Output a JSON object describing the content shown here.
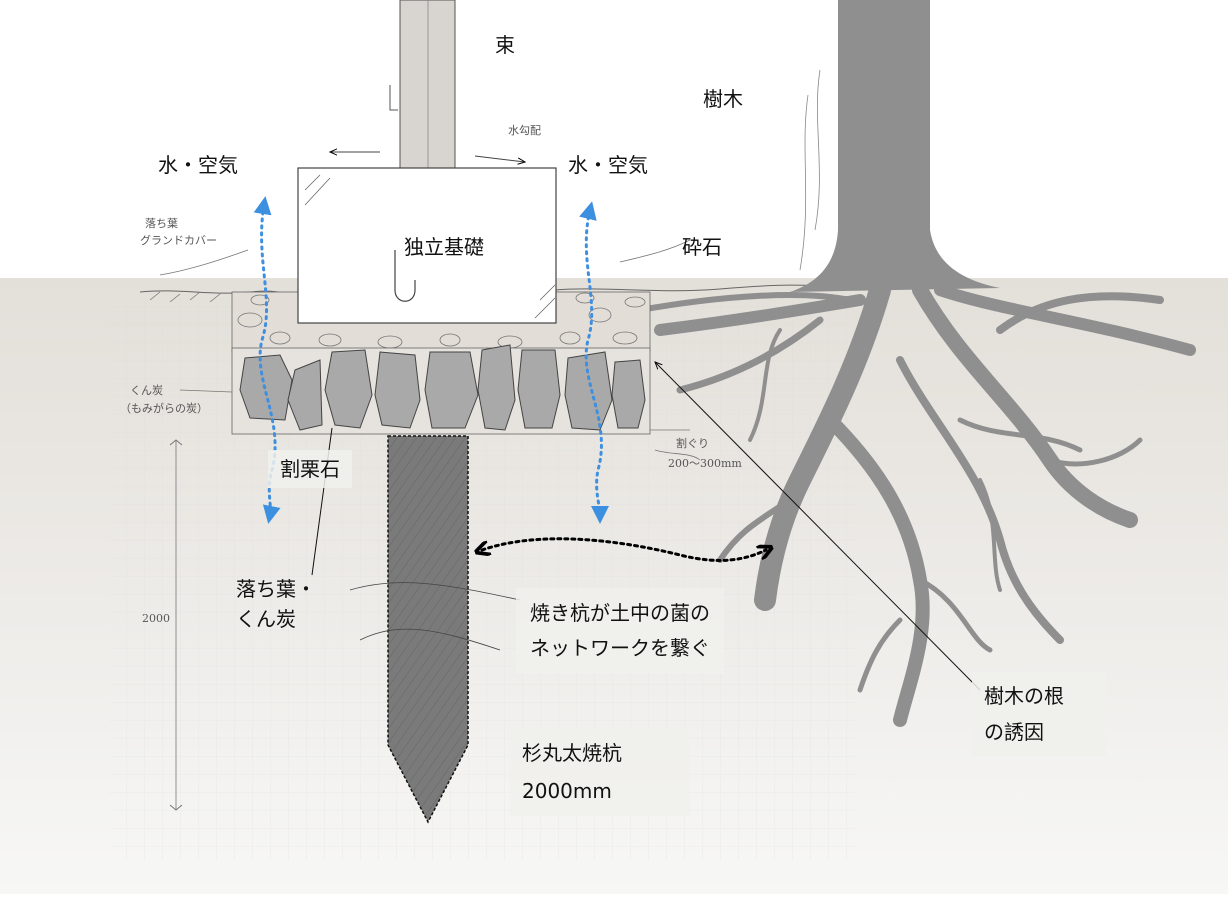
{
  "labels": {
    "post": "束",
    "tree": "樹木",
    "water_air_left": "水・空気",
    "water_air_right": "水・空気",
    "foundation": "独立基礎",
    "crushed_stone": "砕石",
    "split_stone": "割栗石",
    "leaves_charcoal_line1": "落ち葉・",
    "leaves_charcoal_line2": "くん炭",
    "network_line1": "焼き杭が土中の菌の",
    "network_line2": "ネットワークを繋ぐ",
    "pile_line1": "杉丸太焼杭",
    "pile_line2": "2000mm",
    "root_line1": "樹木の根",
    "root_line2": "の誘因"
  },
  "sketch_notes": {
    "slope": "水勾配",
    "ground_cover_1": "落ち葉",
    "ground_cover_2": "グランドカバー",
    "charcoal_1": "くん炭",
    "charcoal_2": "（もみがらの炭）",
    "dig_1": "割ぐり",
    "dig_2": "200〜300mm",
    "depth": "2000"
  },
  "colors": {
    "soil": "#e4e0da",
    "stone": "#a9a9a9",
    "pile": "#777777",
    "tree": "#8f8f8f",
    "arrow_blue": "#3d8fe0"
  }
}
